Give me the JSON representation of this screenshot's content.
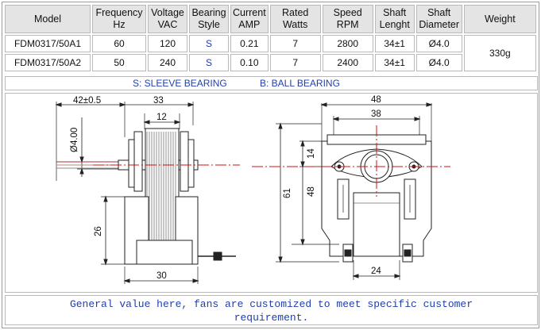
{
  "table": {
    "headers": [
      [
        "Model",
        ""
      ],
      [
        "Frequency",
        "Hz"
      ],
      [
        "Voltage",
        "VAC"
      ],
      [
        "Bearing",
        "Style"
      ],
      [
        "Current",
        "AMP"
      ],
      [
        "Rated",
        "Watts"
      ],
      [
        "Speed",
        "RPM"
      ],
      [
        "Shaft",
        "Lenght"
      ],
      [
        "Shaft",
        "Diameter"
      ],
      [
        "Weight",
        ""
      ]
    ],
    "rows": [
      {
        "model": "FDM0317/50A1",
        "freq": "60",
        "volt": "120",
        "bearing": "S",
        "current": "0.21",
        "watts": "7",
        "speed": "2800",
        "length": "34±1",
        "diameter": "Ø4.0"
      },
      {
        "model": "FDM0317/50A2",
        "freq": "50",
        "volt": "240",
        "bearing": "S",
        "current": "0.10",
        "watts": "7",
        "speed": "2400",
        "length": "34±1",
        "diameter": "Ø4.0"
      }
    ],
    "weight": "330g"
  },
  "legend": {
    "sleeve": "S: SLEEVE BEARING",
    "ball": "B: BALL BEARING"
  },
  "drawing": {
    "side": {
      "d_shaft_ext": "42±0.5",
      "d_top_width": "33",
      "d_coil": "12",
      "d_shaft_dia": "Ø4.00",
      "d_height": "26",
      "d_base": "30"
    },
    "front": {
      "d_width": "48",
      "d_inner": "38",
      "d_shaft_h": "14",
      "d_mount": "48",
      "d_total": "61",
      "d_bottom": "24"
    }
  },
  "note": {
    "line1": "General value here, fans are customized to meet specific customer",
    "line2": "requirement."
  }
}
